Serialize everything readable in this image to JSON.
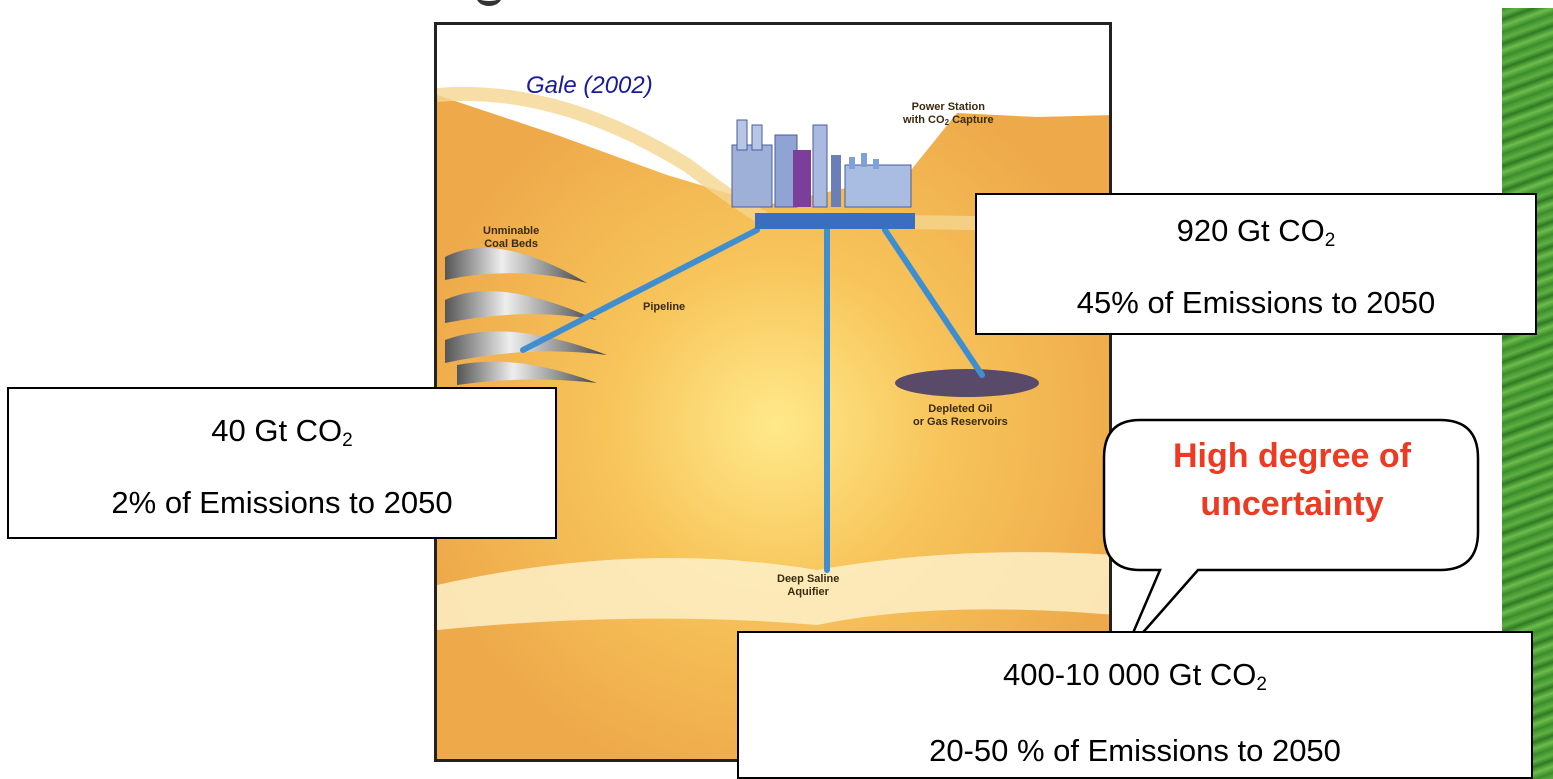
{
  "citation": "Gale (2002)",
  "diagram_labels": {
    "power_station": "Power Station",
    "power_station_line2": "with CO",
    "power_station_sub": "2",
    "power_station_line2_end": " Capture",
    "coal_beds_line1": "Unminable",
    "coal_beds_line2": "Coal Beds",
    "pipeline": "Pipeline",
    "depleted_line1": "Depleted Oil",
    "depleted_line2": "or Gas Reservoirs",
    "aquifer_line1": "Deep Saline",
    "aquifer_line2": "Aquifier"
  },
  "callouts": {
    "depleted": {
      "capacity": "920 Gt CO",
      "sub": "2",
      "share": "45% of  Emissions to 2050"
    },
    "coal": {
      "capacity": "40 Gt CO",
      "sub": "2",
      "share": "2% of  Emissions to 2050"
    },
    "aquifer": {
      "capacity": "400-10 000 Gt CO",
      "sub": "2",
      "share": "20-50 % of  Emissions to 2050"
    }
  },
  "speech_bubble": {
    "line1": "High degree of",
    "line2": "uncertainty"
  },
  "colors": {
    "uncertainty_text": "#ee3a22",
    "citation_text": "#1a1aa0",
    "ground": "#f0b24e",
    "pipe": "#3f8fd0",
    "strip": "#4ea33a"
  }
}
